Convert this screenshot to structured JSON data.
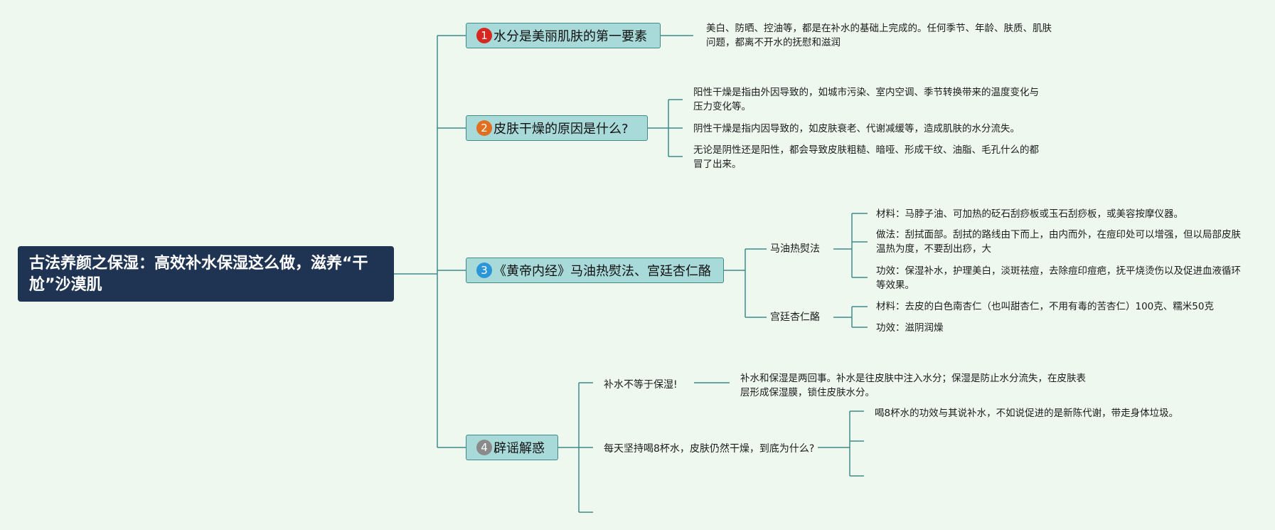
{
  "root": {
    "title": "古法养颜之保湿：高效补水保湿这么做，滋养“干尬”沙漠肌"
  },
  "colors": {
    "background": "#eef8ef",
    "root_fill": "#1f3452",
    "branch_fill": "#a9dada",
    "branch_border": "#3f8b88",
    "connector": "#3f8b88",
    "badge_1": "#d7281f",
    "badge_2": "#e07020",
    "badge_3": "#2b96d8",
    "badge_4": "#8a8a8a"
  },
  "branches": [
    {
      "num": "1",
      "label": "水分是美丽肌肤的第一要素",
      "notes": [
        "美白、防晒、控油等，都是在补水的基础上完成的。任何季节、年龄、肤质、肌肤问题，都离不开水的抚慰和滋润"
      ]
    },
    {
      "num": "2",
      "label": "皮肤干燥的原因是什么?",
      "notes": [
        "阳性干燥是指由外因导致的，如城市污染、室内空调、季节转换带来的温度变化与压力变化等。",
        "阴性干燥是指内因导致的，如皮肤衰老、代谢减缓等，造成肌肤的水分流失。",
        "无论是阴性还是阳性，都会导致皮肤粗糙、暗哑、形成干纹、油脂、毛孔什么的都冒了出来。"
      ]
    },
    {
      "num": "3",
      "label": "《黄帝内经》马油热熨法、宫廷杏仁酪",
      "subtopics": [
        {
          "label": "马油热熨法",
          "notes": [
            "材料：马脖子油、可加热的砭石刮痧板或玉石刮痧板，或美容按摩仪器。",
            "做法：刮拭面部。刮拭的路线由下而上，由内而外，在痘印处可以增强，但以局部皮肤温热为度，不要刮出痧，大",
            "功效：保湿补水，护理美白，淡斑祛痘，去除痘印痘疤，抚平烧烫伤以及促进血液循环等效果。"
          ]
        },
        {
          "label": "宫廷杏仁酪",
          "notes": [
            "材料：去皮的白色南杏仁（也叫甜杏仁，不用有毒的苦杏仁）100克、糯米50克",
            "功效：滋阴润燥"
          ]
        }
      ]
    },
    {
      "num": "4",
      "label": "辟谣解惑",
      "subtopics": [
        {
          "label": "补水不等于保湿!",
          "notes": [
            "补水和保湿是两回事。补水是往皮肤中注入水分；保湿是防止水分流失，在皮肤表层形成保湿膜，锁住皮肤水分。"
          ]
        },
        {
          "label": "每天坚持喝8杯水，皮肤仍然干燥，到底为什么?",
          "notes": [
            "喝8杯水的功效与其说补水，不如说促进的是新陈代谢，带走身体垃圾。"
          ]
        }
      ]
    }
  ]
}
